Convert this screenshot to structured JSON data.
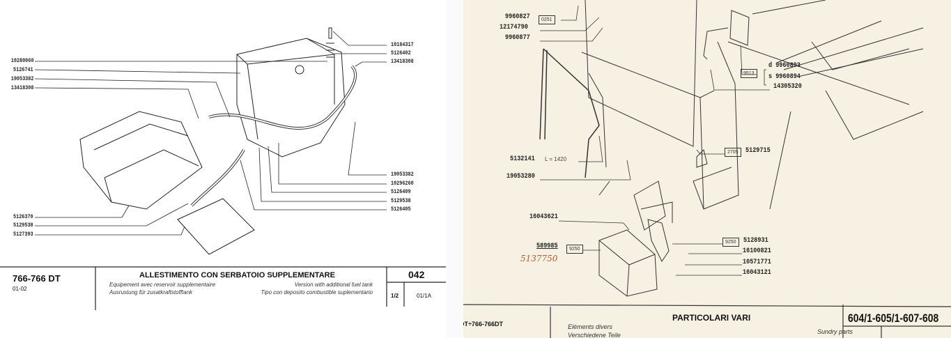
{
  "left_page": {
    "labels_left": [
      "10280060",
      "5126741",
      "19053382",
      "13418308",
      "5126370",
      "5129538",
      "5127393"
    ],
    "labels_right": [
      "10184317",
      "5126402",
      "13418308",
      "19053382",
      "10296260",
      "5126409",
      "5129538",
      "5126405"
    ],
    "footer": {
      "model": "766-766 DT",
      "model_sub": "01-02",
      "title": "ALLESTIMENTO CON SERBATOIO SUPPLEMENTARE",
      "fr": "Equipement avec reservoir supplementaire",
      "de": "Ausrustung für zusatkraftstofftank",
      "en": "Version with additional fuel tank",
      "es": "Tipo con deposito combustible suplementario",
      "page_code": "042",
      "sheet": "1/2",
      "rev": "01/1A"
    }
  },
  "right_page": {
    "labels": {
      "p1": "9960827",
      "p1_box": "0251",
      "p2": "12174790",
      "p3": "9960877",
      "p4": "d 9960893",
      "p5": "s 9960894",
      "p45_box": "9513",
      "p6": "14305320",
      "p7": "5129715",
      "p7_box": "2705",
      "p8": "5132141",
      "p8_len": "L = 1420",
      "p9": "19053280",
      "p10": "16043621",
      "p11": "589985",
      "p11_box": "9250",
      "p11_hand": "5137750",
      "p12": "5128931",
      "p12_box": "9250",
      "p13": "16100821",
      "p14": "10571771",
      "p15": "16043121"
    },
    "footer": {
      "model": "DT÷766-766DT",
      "title": "PARTICOLARI VARI",
      "fr": "Eléments divers",
      "de": "Verschiedene Teile",
      "en": "Sundry parts",
      "page_code": "604/1-605/1-607-608"
    }
  }
}
